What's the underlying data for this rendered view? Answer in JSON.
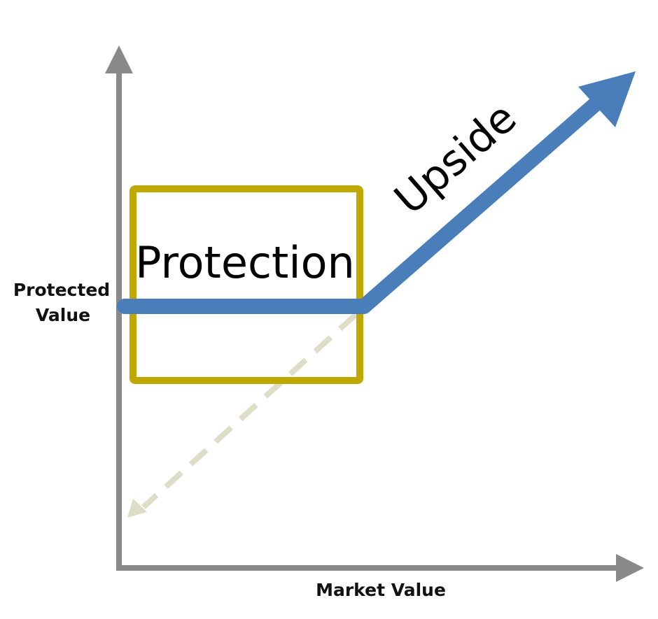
{
  "diagram": {
    "y_axis_label_line1": "Protected",
    "y_axis_label_line2": "Value",
    "x_axis_label": "Market Value",
    "box_label": "Protection",
    "arrow_label": "Upside"
  },
  "colors": {
    "axis": "#8a8a8a",
    "payoff_line": "#4a7ebb",
    "protection_box": "#c0a800",
    "dashed_line": "#ddddc8",
    "text": "#111111"
  }
}
